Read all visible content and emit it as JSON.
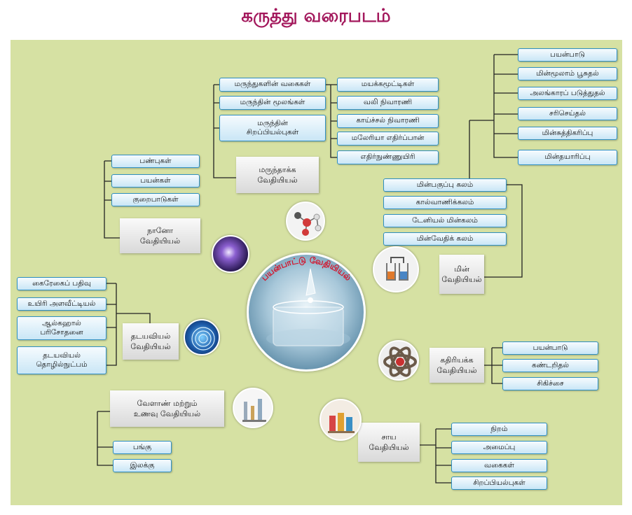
{
  "title": "கருத்து வரைபடம்",
  "center": {
    "label": "பயன்பாட்டு வேதியியல்"
  },
  "pharma": {
    "hub": [
      "மருந்தாக்க",
      "வேதியியல்"
    ],
    "left_items": [
      "மருந்துகளின் வகைகள்",
      "மருந்தின் மூலங்கள்",
      "மருந்தின்\nசிறப்பியல்புகள்"
    ],
    "right_items": [
      "மயக்கமூட்டிகள்",
      "வலி நிவாரணி",
      "காய்ச்சல் நிவாரணி",
      "மலேரியா எதிர்ப்பான்",
      "எதிர்நுண்ணுயிரி"
    ]
  },
  "nano": {
    "hub": [
      "நானோ",
      "வேதியியல்"
    ],
    "items": [
      "பண்புகள்",
      "பயன்கள்",
      "குறைபாடுகள்"
    ]
  },
  "electro": {
    "hub": [
      "மின்",
      "வேதியியல்"
    ],
    "cells": [
      "மின்பகுப்பு கலம்",
      "கால்வாணிக்கலம்",
      "டேனியல் மின்கலம்",
      "மின்வேதிக் கலம்"
    ],
    "electrolysis_uses": [
      "பயன்பாடு",
      "மின்மூலாம் பூசுதல்",
      "அலங்காரப் படுத்துதல்",
      "சரிசெய்தல்",
      "மின்சுத்திகரிப்பு",
      "மின்தயாரிப்பு"
    ]
  },
  "forensic": {
    "hub": [
      "தடயவியல்",
      "வேதியியல்"
    ],
    "items": [
      "கைரேகைப் பதிவு",
      "உயிரி அளவீட்டியல்",
      "ஆல்கஹால்\nபரிசோதனை",
      "தடயவியல்\nதொழில்நுட்பம்"
    ]
  },
  "nuclear": {
    "hub": [
      "கதிரியக்க",
      "வேதியியல்"
    ],
    "items": [
      "பயன்பாடு",
      "கண்டறிதல்",
      "சிகிச்சை"
    ]
  },
  "agri": {
    "hub": [
      "வேளாண் மற்றும்",
      "உணவு வேதியியல்"
    ],
    "items": [
      "பங்கு",
      "இலக்கு"
    ]
  },
  "dye": {
    "hub": [
      "சாய",
      "வேதியியல்"
    ],
    "items": [
      "நிறம்",
      "அமைப்பு",
      "வகைகள்",
      "சிறப்பியல்புகள்"
    ]
  },
  "colors": {
    "title": "#a3185c",
    "panel": "#d6e1a3",
    "box_border": "#2f8fc2",
    "arc_text": "#d4122a"
  }
}
